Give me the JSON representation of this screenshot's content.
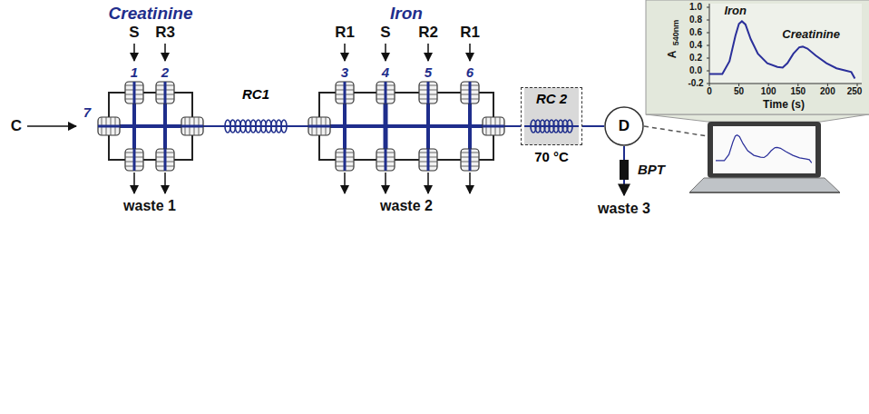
{
  "diagram": {
    "nodes": [
      {
        "text": [
          "Creatinine"
        ]
      },
      {
        "text": [
          "Iron"
        ]
      },
      {
        "text": [
          "RC 2",
          "70 °C"
        ]
      },
      {
        "text": [
          "D"
        ]
      }
    ],
    "edges": [
      {
        "from": 0,
        "to": 1,
        "arrow": "none",
        "label": "RC1"
      },
      {
        "from": 1,
        "to": 2,
        "arrow": "none"
      },
      {
        "from": 2,
        "to": 3,
        "arrow": "none"
      }
    ],
    "labels": [
      "S",
      "R3",
      "1",
      "2",
      "C",
      "7",
      "waste 1",
      "R1",
      "S",
      "R2",
      "R1",
      "3",
      "4",
      "5",
      "6",
      "waste 2",
      "BPT",
      "waste 3",
      "Iron",
      "Creatinine",
      "A",
      "540nm",
      "Time (s)",
      "1.0",
      "0.8",
      "0.6",
      "0.4",
      "0.2",
      "0.0",
      "-0.2",
      "0",
      "50",
      "100",
      "150",
      "200",
      "250"
    ]
  }
}
